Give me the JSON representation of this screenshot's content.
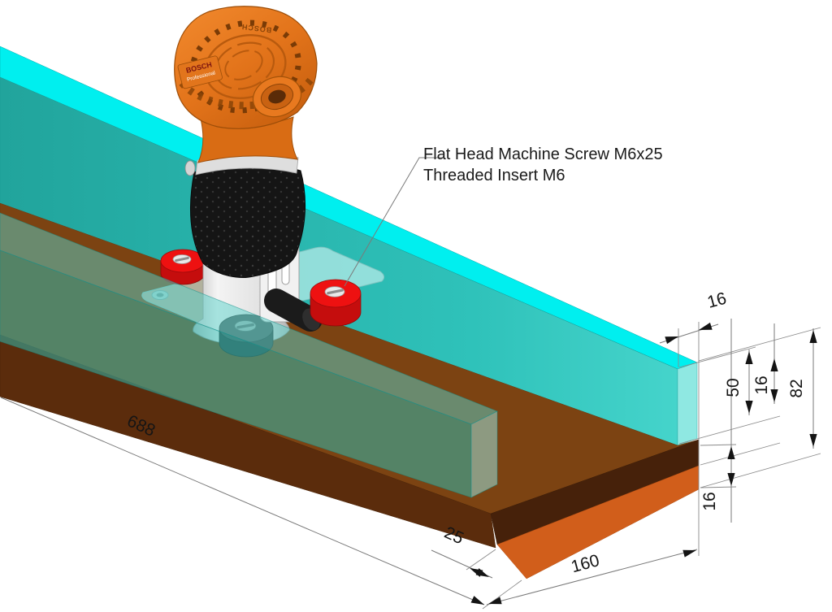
{
  "diagram": {
    "callout": {
      "line1": "Flat Head Machine Screw M6x25",
      "line2": "Threaded Insert M6"
    },
    "dims": {
      "length": "688",
      "front_offset": "25",
      "base_width": "160",
      "rail_width": "16",
      "rail_height": "50",
      "mid_thickness": "16",
      "total_height": "82",
      "board_thickness": "16"
    },
    "router": {
      "brand": "BOSCH",
      "series": "Professional"
    },
    "colors": {
      "rail_top": "#00efef",
      "rail_front": "#2abdb5",
      "rail_end": "#8fe8e2",
      "front_rail_top": "#57d2ca",
      "front_rail_front": "#2fbdb5",
      "front_rail_end": "#9ae2dc",
      "wood_top": "#7c4312",
      "wood_front": "#5b2c0c",
      "wood_end": "#46210a",
      "base_orange": "#d15e1b",
      "knob_red": "#ee1111",
      "router_orange": "#e8791f"
    }
  }
}
